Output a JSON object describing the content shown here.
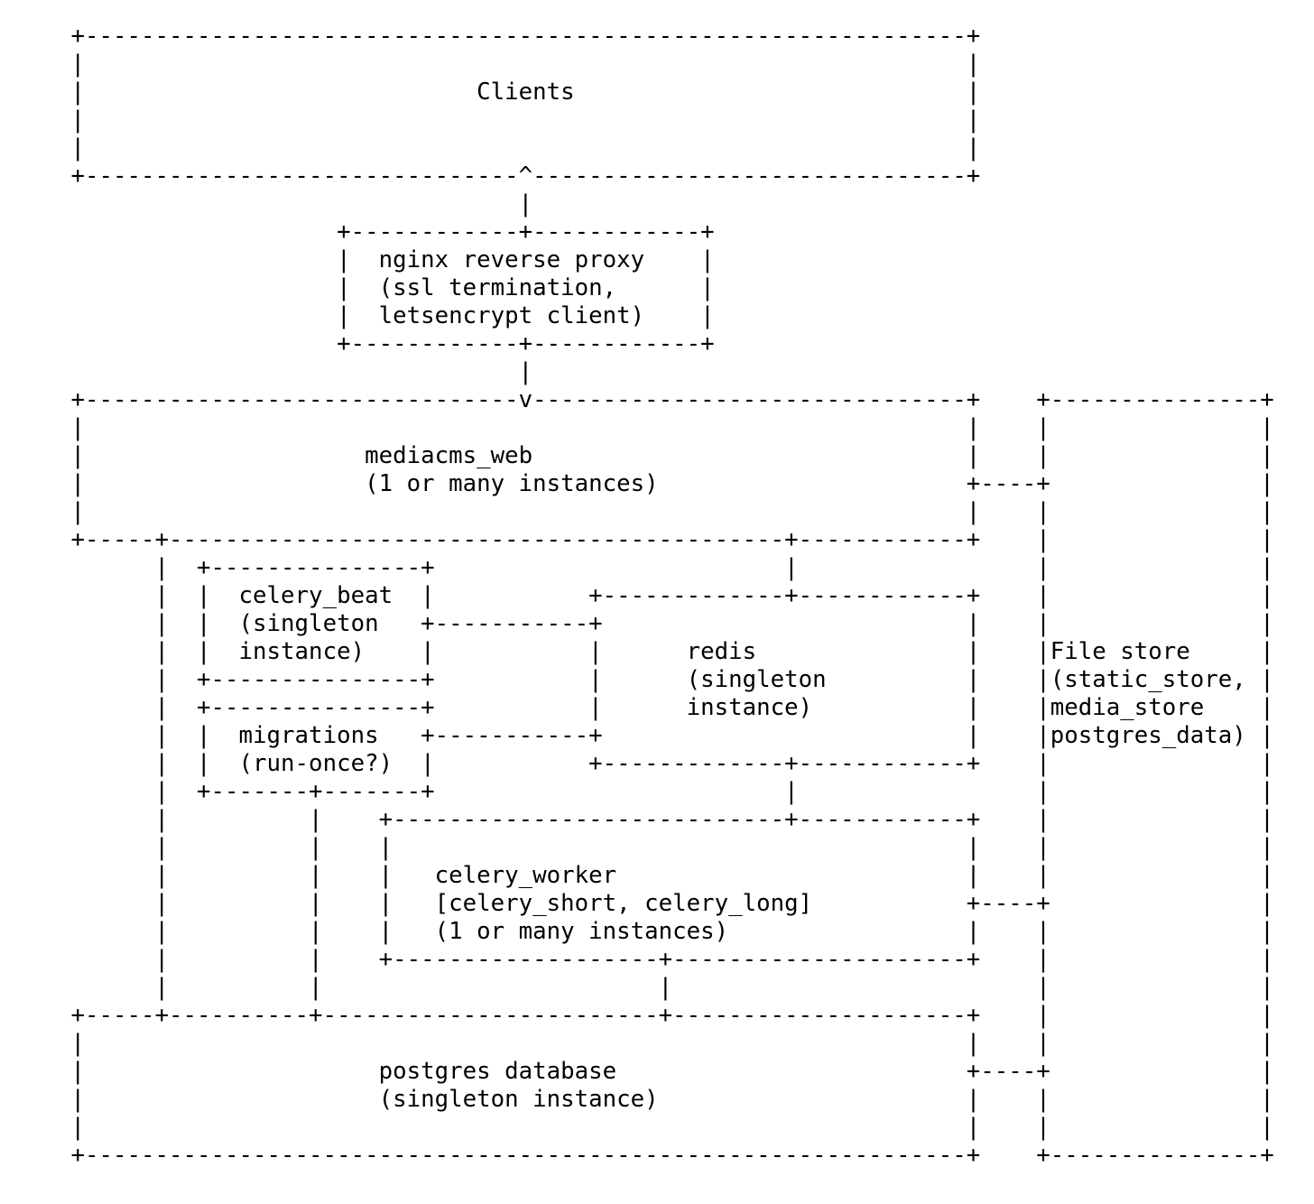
{
  "page": {
    "background_color": "#ffffff",
    "text_color": "#000000"
  },
  "diagram": {
    "type": "ascii-architecture-diagram",
    "ascii_lines": [
      "     +---------------------------------------------------------------+",
      "     |                                                               |",
      "     |                            Clients                            |",
      "     |                                                               |",
      "     |                                                               |",
      "     +-------------------------------^-------------------------------+",
      "                                     |",
      "                        +------------+------------+",
      "                        |  nginx reverse proxy    |",
      "                        |  (ssl termination,      |",
      "                        |  letsencrypt client)    |",
      "                        +------------+------------+",
      "                                     |",
      "     +-------------------------------v-------------------------------+    +---------------+",
      "     |                                                               |    |               |",
      "     |                    mediacms_web                               |    |               |",
      "     |                    (1 or many instances)                      +----+               |",
      "     |                                                               |    |               |",
      "     +-----+--------------------------------------------+------------+    |               |",
      "           |  +---------------+                         |                 |               |",
      "           |  |  celery_beat  |           +-------------+------------+    |               |",
      "           |  |  (singleton   +-----------+                          |    |               |",
      "           |  |  instance)    |           |      redis               |    |File store     |",
      "           |  +---------------+           |      (singleton          |    |(static_store, |",
      "           |  +---------------+           |      instance)           |    |media_store    |",
      "           |  |  migrations   +-----------+                          |    |postgres_data) |",
      "           |  |  (run-once?)  |           +-------------+------------+    |               |",
      "           |  +-------+-------+                         |                 |               |",
      "           |          |    +----------------------------+------------+    |               |",
      "           |          |    |                                         |    |               |",
      "           |          |    |   celery_worker                         |    |               |",
      "           |          |    |   [celery_short, celery_long]           +----+               |",
      "           |          |    |   (1 or many instances)                 |    |               |",
      "           |          |    +-------------------+---------------------+    |               |",
      "           |          |                        |                          |               |",
      "     +-----+----------+------------------------+---------------------+    |               |",
      "     |                                                               |    |               |",
      "     |                     postgres database                         +----+               |",
      "     |                     (singleton instance)                      |    |               |",
      "     |                                                               |    |               |",
      "     +---------------------------------------------------------------+    +---------------+"
    ],
    "nodes": [
      {
        "id": "clients",
        "lines": [
          "Clients"
        ]
      },
      {
        "id": "nginx-reverse-proxy",
        "lines": [
          "nginx reverse proxy",
          "(ssl termination,",
          "letsencrypt client)"
        ]
      },
      {
        "id": "mediacms-web",
        "lines": [
          "mediacms_web",
          "(1 or many instances)"
        ]
      },
      {
        "id": "celery-beat",
        "lines": [
          "celery_beat",
          "(singleton",
          "instance)"
        ]
      },
      {
        "id": "migrations",
        "lines": [
          "migrations",
          "(run-once?)"
        ]
      },
      {
        "id": "redis",
        "lines": [
          "redis",
          "(singleton",
          "instance)"
        ]
      },
      {
        "id": "celery-worker",
        "lines": [
          "celery_worker",
          "[celery_short, celery_long]",
          "(1 or many instances)"
        ]
      },
      {
        "id": "postgres-database",
        "lines": [
          "postgres database",
          "(singleton instance)"
        ]
      },
      {
        "id": "file-store",
        "lines": [
          "File store",
          "(static_store,",
          "media_store",
          "postgres_data)"
        ]
      }
    ],
    "edges": [
      {
        "from": "nginx-reverse-proxy",
        "to": "clients",
        "arrow": "up"
      },
      {
        "from": "nginx-reverse-proxy",
        "to": "mediacms-web",
        "arrow": "down"
      },
      {
        "from": "mediacms-web",
        "to": "file-store",
        "arrow": "none"
      },
      {
        "from": "mediacms-web",
        "to": "celery-beat",
        "arrow": "none"
      },
      {
        "from": "mediacms-web",
        "to": "redis",
        "arrow": "none"
      },
      {
        "from": "celery-beat",
        "to": "redis",
        "arrow": "none"
      },
      {
        "from": "migrations",
        "to": "redis",
        "arrow": "none"
      },
      {
        "from": "redis",
        "to": "celery-worker",
        "arrow": "none"
      },
      {
        "from": "celery-worker",
        "to": "file-store",
        "arrow": "none"
      },
      {
        "from": "celery-worker",
        "to": "postgres-database",
        "arrow": "none"
      },
      {
        "from": "migrations",
        "to": "postgres-database",
        "arrow": "none"
      },
      {
        "from": "mediacms-web",
        "to": "postgres-database",
        "arrow": "none"
      },
      {
        "from": "postgres-database",
        "to": "file-store",
        "arrow": "none"
      }
    ]
  }
}
